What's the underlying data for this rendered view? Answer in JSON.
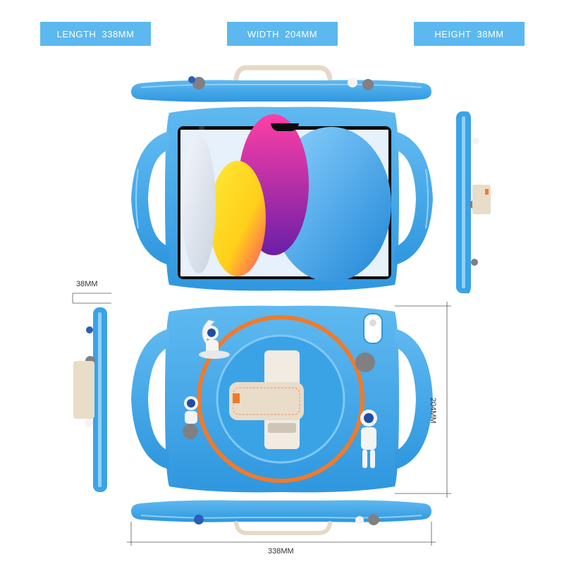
{
  "specs": {
    "length_label": "LENGTH  338MM",
    "width_label": "WIDTH  204MM",
    "height_label": "HEIGHT  38MM"
  },
  "dimensions": {
    "thickness": "38MM",
    "width": "204MM",
    "length": "338MM"
  },
  "colors": {
    "badge": "#5cb8ee",
    "case_blue": "#3ea6e8",
    "case_light": "#7fc9f4",
    "orange_ring": "#f07a2a",
    "strap": "#e9dcc9",
    "astronaut": "#f4f4f4",
    "moon_ball": "#7e8084"
  },
  "icons": [
    "astronaut-figure-icon",
    "moon-icon",
    "hand-strap-icon",
    "rotating-ring-icon",
    "camera-cutout-icon"
  ]
}
